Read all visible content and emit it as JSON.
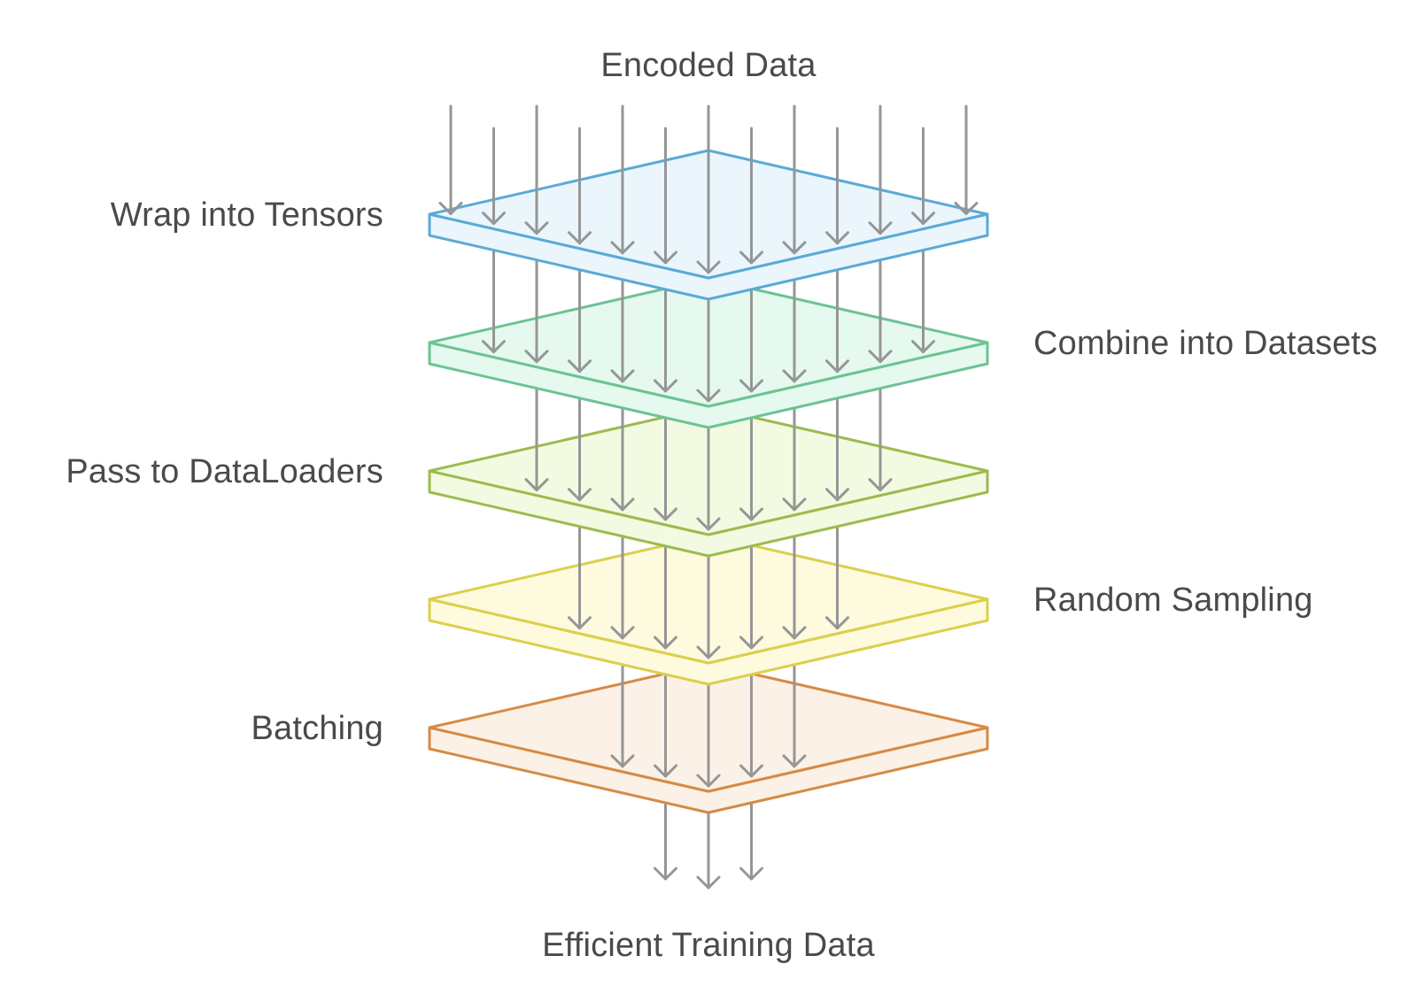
{
  "diagram": {
    "input_label": "Encoded Data",
    "output_label": "Efficient Training Data",
    "layers": [
      {
        "label": "Wrap into Tensors",
        "side": "left",
        "stroke": "#5aaad6",
        "fill": "#eaf6fc",
        "arrow_count": 13
      },
      {
        "label": "Combine into Datasets",
        "side": "right",
        "stroke": "#6cc394",
        "fill": "#e6f9ef",
        "arrow_count": 11
      },
      {
        "label": "Pass to DataLoaders",
        "side": "left",
        "stroke": "#9dbb4e",
        "fill": "#f2fbe2",
        "arrow_count": 9
      },
      {
        "label": "Random Sampling",
        "side": "right",
        "stroke": "#dccf4d",
        "fill": "#fdfadd",
        "arrow_count": 7
      },
      {
        "label": "Batching",
        "side": "left",
        "stroke": "#d68a45",
        "fill": "#fbf1e6",
        "arrow_count": 5
      }
    ],
    "output_arrow_count": 3,
    "arrow_color": "#969696"
  }
}
